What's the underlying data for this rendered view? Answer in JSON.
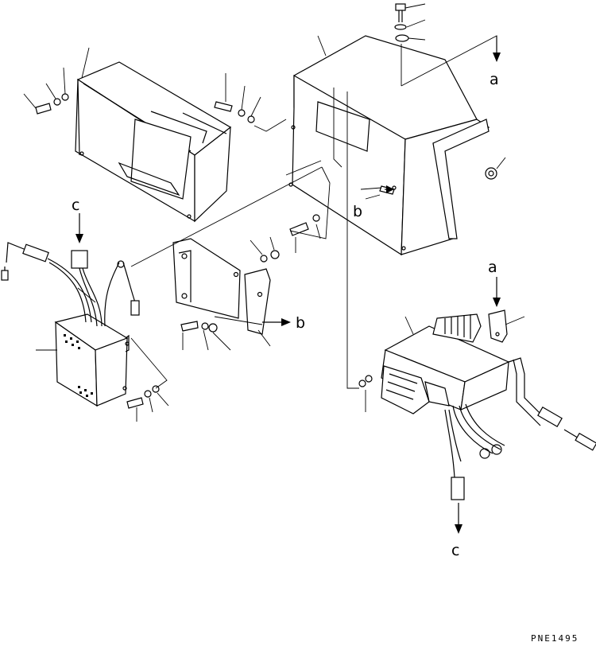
{
  "callouts": {
    "a_top": "a",
    "a_right": "a",
    "b_mid": "b",
    "b_left": "b",
    "c_left": "c",
    "c_bottom": "c"
  },
  "drawing_code": "PNE1495"
}
